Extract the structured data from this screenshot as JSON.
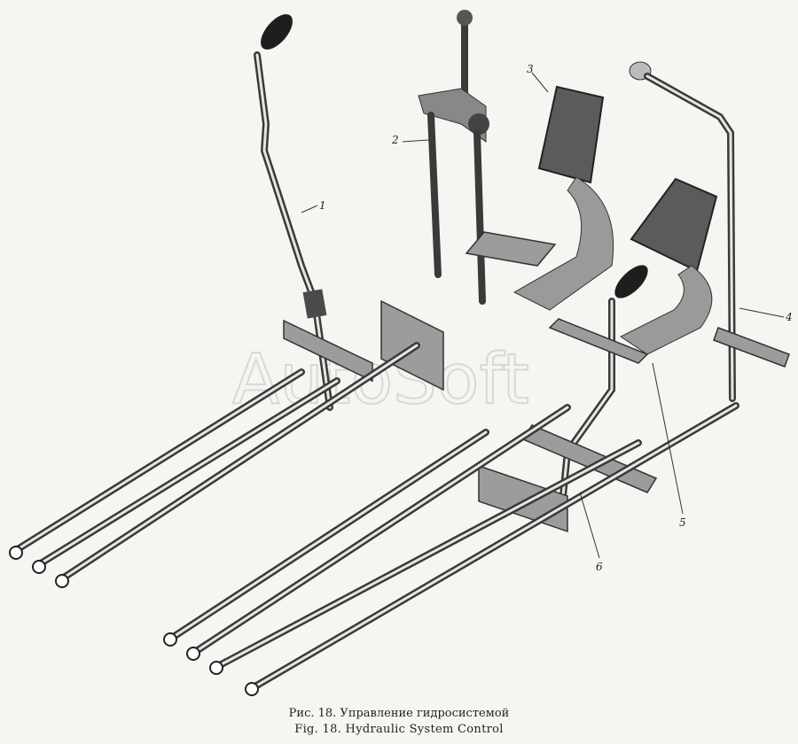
{
  "caption": {
    "ru": "Рис. 18. Управление гидросистемой",
    "en": "Fig. 18. Hydraulic System Control"
  },
  "watermark": "AutoSoft",
  "callouts": [
    "1",
    "2",
    "3",
    "4",
    "5",
    "6"
  ],
  "colors": {
    "ink": "#2a2a2a",
    "paper": "#f5f5f2",
    "watermark": "#d8d8d8"
  }
}
